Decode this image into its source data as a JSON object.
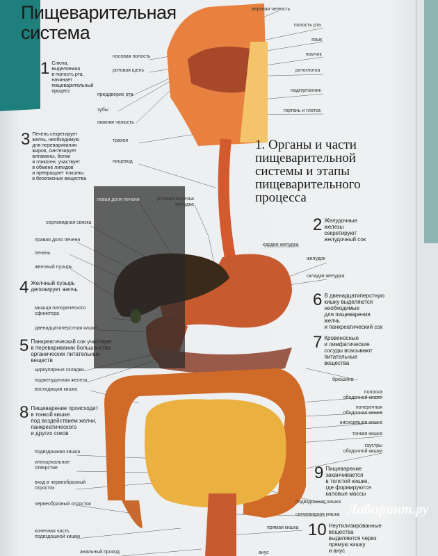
{
  "title": "Пищеварительная\nсистема",
  "subtitle": "1. Органы и части\nпищеварительной\nсистемы и этапы\nпищеварительного\nпроцесса",
  "watermark": "Лабиринт.ру",
  "labels": {
    "nasal_cavity": "носовая полость",
    "oral_fissure": "ротовая щель",
    "vestibule": "преддверие рта",
    "teeth": "зубы",
    "lower_jaw": "нижняя челюсть",
    "trachea": "трахея",
    "esophagus": "пищевод",
    "upper_jaw": "верхняя челюсть",
    "oral_cavity": "полость рта",
    "tongue": "язык",
    "uvula": "язычок",
    "oropharynx": "ротоглотка",
    "epiglottis": "надгортанник",
    "larynx": "гортань и глотка",
    "left_lobe": "левая доля печени",
    "angular_notch": "угловая вырезка\nжелудка",
    "falciform": "серповидная связка",
    "right_lobe": "правая доля печени",
    "liver": "печень",
    "gallbladder": "желчный пузырь",
    "pyloric": "мышца пилорического\nсфинктера",
    "duodenum": "двенадцатиперстная кишка",
    "circular_folds": "циркулярные складки",
    "pancreas": "поджелудочная железа",
    "ascending": "восходящая кишка",
    "cardia": "кардия желудка",
    "stomach": "желудок",
    "gastric_folds": "складки желудка",
    "peritoneum": "брюшина",
    "taenia": "полоска\nободочной кишки",
    "transverse": "поперечная\nободочная кишка",
    "descending": "нисходящая кишка",
    "small_int": "тонкая кишка",
    "haustra": "гаустры\nободочной кишки",
    "ileum_r": "подвздошная кишка",
    "sigmoid": "сигмовидная кишка",
    "rectum": "прямая кишка",
    "anus": "анус",
    "ileum_l": "подвздошная кишка",
    "ileocecal": "илеоцекальное\nотверстие",
    "appendix_entry": "вход в червеобразный\nотросток",
    "appendix": "червеобразный отросток",
    "terminal_ileum": "конечная часть\nподвздошной кишки",
    "anal_canal": "анальный проход"
  },
  "notes": [
    {
      "n": "1",
      "t": "Слюна,\nвыделяемая\nв полость рта,\nначинает\nпищеварительный\nпроцесс"
    },
    {
      "n": "2",
      "t": "Желудочные\nжелезы\nсекретируют\nжелудочный сок"
    },
    {
      "n": "3",
      "t": "Печень секретирует\nжелчь, необходимую\nдля переваривания\nжиров, синтезирует\nвитамины, белки\nи гликоген, участвует\nв обмене липидов\nи превращает токсины\nв безопасные вещества"
    },
    {
      "n": "4",
      "t": "Желчный пузырь\nдепонирует желчь"
    },
    {
      "n": "5",
      "t": "Панкреатический сок участвует\nв переваривании большинства\nорганических питательных\nвеществ"
    },
    {
      "n": "6",
      "t": "В двенадцатиперстную\nкишку выделяются\nнеобходимые\nдля пищеварения\nжелчь\nи панкреатический сок"
    },
    {
      "n": "7",
      "t": "Кровеносные\nи лимфатические\nсосуды всасывают\nпитательные\nвещества"
    },
    {
      "n": "8",
      "t": "Пищеварение происходит\nв тонкой кишке\nпод воздействием желчи,\nпанкреатического\nи других соков"
    },
    {
      "n": "9",
      "t": "Пищеварение\nзаканчивается\nв толстой кишке,\nгде формируются\nкаловые массы"
    },
    {
      "n": "10",
      "t": "Неутилизированные\nвещества\nвыделяются через\nпрямую кишку\nи анус"
    }
  ]
}
